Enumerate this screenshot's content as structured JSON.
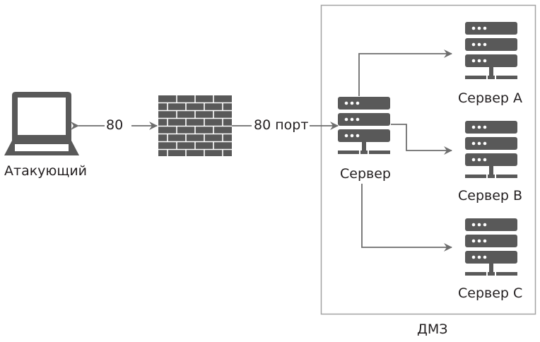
{
  "nodes": {
    "attacker": {
      "label": "Атакующий",
      "icon": "laptop-icon"
    },
    "firewall": {
      "label": "",
      "icon": "brick-wall-icon"
    },
    "server": {
      "label": "Сервер",
      "icon": "server-icon"
    },
    "server_a": {
      "label": "Сервер A",
      "icon": "server-icon"
    },
    "server_b": {
      "label": "Сервер B",
      "icon": "server-icon"
    },
    "server_c": {
      "label": "Сервер C",
      "icon": "server-icon"
    }
  },
  "links": {
    "attacker_firewall": "80",
    "firewall_server": "80 порт"
  },
  "zone": {
    "label": "ДМЗ"
  },
  "colors": {
    "icon": "#595959",
    "icon_light": "#ffffff",
    "line": "#6d6d6d",
    "border": "#a3a3a3",
    "text": "#231f20"
  }
}
